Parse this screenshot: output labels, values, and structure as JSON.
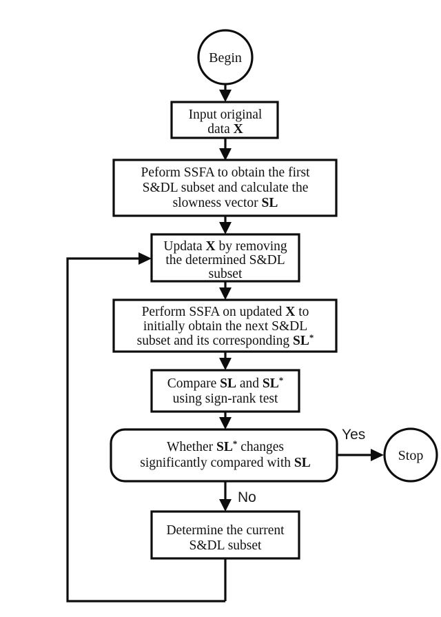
{
  "diagram": {
    "title": "SSFA S&DL subset determination flowchart",
    "type": "flowchart",
    "stroke_color": "#0d0d0d",
    "fill_color": "#ffffff",
    "nodes": {
      "begin": {
        "label": "Begin",
        "shape": "circle"
      },
      "input": {
        "line1": "Input original",
        "line2_prefix": "data ",
        "line2_bold": "X",
        "shape": "rect"
      },
      "perform_first": {
        "line1": "Peform SSFA to obtain the first",
        "line2": "S&DL subset and calculate the",
        "line3_prefix": "slowness vector ",
        "line3_bold": "SL",
        "shape": "rect"
      },
      "update": {
        "line1_prefix": "Updata ",
        "line1_bold": "X",
        "line1_suffix": " by removing",
        "line2": "the determined S&DL",
        "line3": "subset",
        "shape": "rect"
      },
      "perform_next": {
        "line1_prefix": "Perform SSFA on updated ",
        "line1_bold": "X",
        "line1_suffix": " to",
        "line2": "initially obtain the next S&DL",
        "line3_prefix": "subset and its corresponding ",
        "line3_bold": "SL",
        "line3_star": "*",
        "shape": "rect"
      },
      "compare": {
        "line1_prefix": "Compare ",
        "line1_bold1": "SL",
        "line1_mid": " and ",
        "line1_bold2": "SL",
        "line1_star": "*",
        "line2": "using sign-rank test",
        "shape": "rect"
      },
      "decision": {
        "line1_prefix": "Whether ",
        "line1_bold": "SL",
        "line1_star": "*",
        "line1_suffix": " changes",
        "line2_prefix": "significantly compared with ",
        "line2_bold": "SL",
        "shape": "rounded-rect"
      },
      "determine": {
        "line1": "Determine the current",
        "line2": "S&DL subset",
        "shape": "rect"
      },
      "stop": {
        "label": "Stop",
        "shape": "circle"
      }
    },
    "edges": {
      "yes_label": "Yes",
      "no_label": "No"
    }
  }
}
